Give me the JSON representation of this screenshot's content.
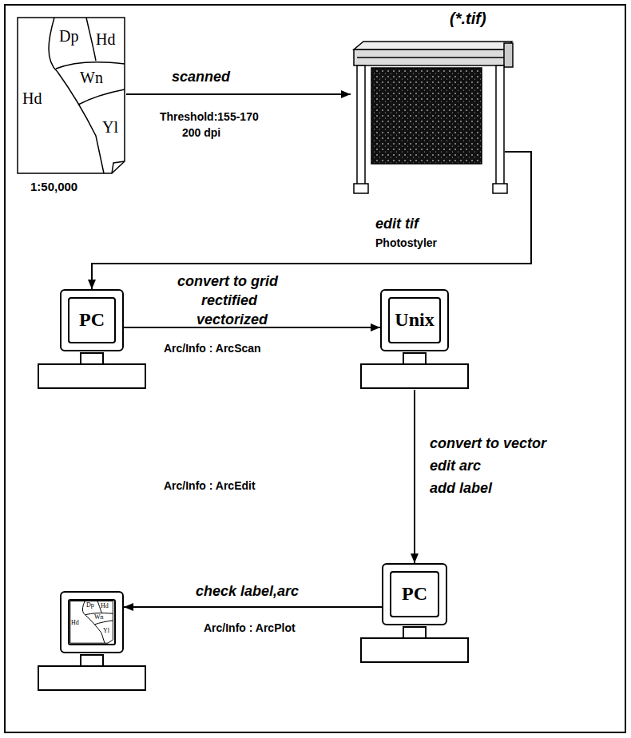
{
  "diagram": {
    "nodes": [
      {
        "text": [
          "Dp",
          "Hd",
          "Wn",
          "Hd",
          "Yl",
          "1:50,000"
        ]
      },
      {
        "text": [
          "(*.tif)"
        ]
      },
      {
        "text": [
          "PC"
        ]
      },
      {
        "text": [
          "Unix"
        ]
      },
      {
        "text": [
          "PC"
        ]
      },
      {
        "text": [
          "Dp",
          "Hd",
          "Wn",
          "Hd",
          "Yl"
        ]
      }
    ],
    "edges": [
      {
        "from": 0,
        "to": 1,
        "arrow": "to",
        "label": "scanned"
      },
      {
        "from": 1,
        "to": 2,
        "arrow": "to",
        "label": "edit tif"
      },
      {
        "from": 2,
        "to": 3,
        "arrow": "to",
        "label": "convert to grid"
      },
      {
        "from": 3,
        "to": 4,
        "arrow": "to",
        "label": "convert to vector"
      },
      {
        "from": 4,
        "to": 5,
        "arrow": "to",
        "label": "check label,arc"
      }
    ],
    "labels": [
      "Threshold:155-170",
      "200 dpi",
      "Photostyler",
      "rectified",
      "vectorized",
      "Arc/Info : ArcScan",
      "edit arc",
      "add label",
      "Arc/Info : ArcEdit",
      "Arc/Info : ArcPlot"
    ]
  }
}
